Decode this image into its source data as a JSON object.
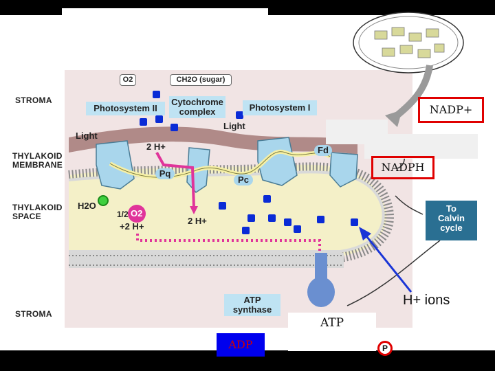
{
  "side_labels": {
    "stroma_top": "Stroma",
    "thylakoid_membrane": [
      "Thylakoid",
      "membrane"
    ],
    "thylakoid_space": [
      "Thylakoid",
      "space"
    ],
    "stroma_bottom": "Stroma"
  },
  "boxes": {
    "photosystem_ii": "Photosystem II",
    "cytochrome": [
      "Cytochrome",
      "complex"
    ],
    "photosystem_i": "Photosystem I",
    "to_calvin": [
      "To",
      "Calvin",
      "cycle"
    ],
    "atp_synthase": [
      "ATP",
      "synthase"
    ],
    "o2_top": "O2",
    "ch2o": "CH2O (sugar)"
  },
  "labels": {
    "light_1": "Light",
    "light_2": "Light",
    "h_2_top": "2 H+",
    "pq": "Pq",
    "pc": "Pc",
    "fd": "Fd",
    "h2o": "H2O",
    "half": "1/2",
    "o2": "O2",
    "plus_2h": "+2 H+",
    "h_2_mid": "2 H+"
  },
  "annotations": {
    "nadp_plus": "NADP+",
    "nadph": "NADPH",
    "h_ions": "H+ ions",
    "atp": "ATP",
    "adp": "ADP",
    "p": "P"
  },
  "colors": {
    "stroma_bg": "#f1e4e4",
    "membrane": "#b08a88",
    "thylakoid_space": "#f4f0c8",
    "protein": "#a9d6ec",
    "ion_dot": "#0a2bd6",
    "arrow_magenta": "#e0349a",
    "red_outline": "#e00000"
  }
}
